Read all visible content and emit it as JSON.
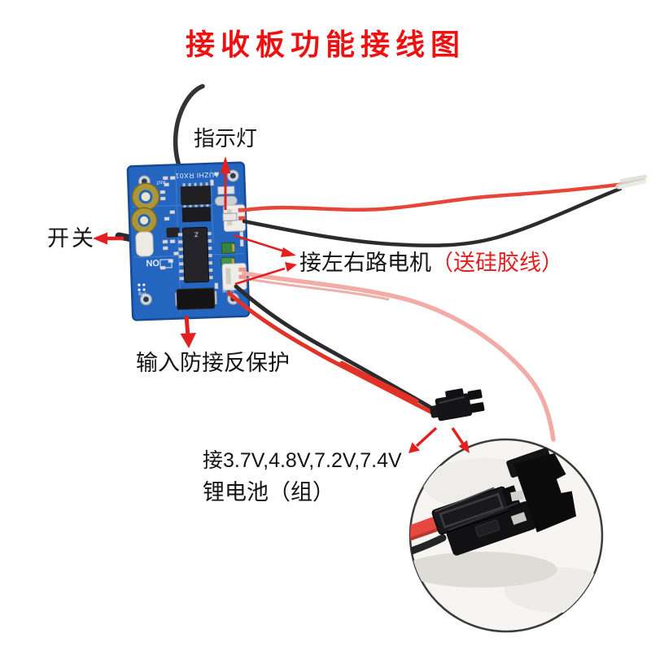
{
  "title": "接收板功能接线图",
  "annotations": {
    "indicator": "指示灯",
    "switch": "开关",
    "motor": "接左右路电机",
    "motor_note": "（送硅胶线）",
    "reverse": "输入防接反保护",
    "battery1": "接3.7V,4.8V,7.2V,7.4V",
    "battery2": "锂电池（组）"
  },
  "board": {
    "model": "AUZHI RX01",
    "ant": "ANT",
    "on": "ON",
    "bat": "Bat",
    "mr": "M_R",
    "logo": "Z"
  },
  "colors": {
    "title_red": "#ee1111",
    "arrow_red": "#e32020",
    "label_black": "#141414",
    "pcb_blue": "#2465c0",
    "pcb_border": "#174a94",
    "wire_red": "#e8453a",
    "wire_pink": "#f2aba5",
    "wire_black": "#2b2b2d",
    "connector_black": "#141416",
    "inset_ring": "#3c3c3c"
  }
}
